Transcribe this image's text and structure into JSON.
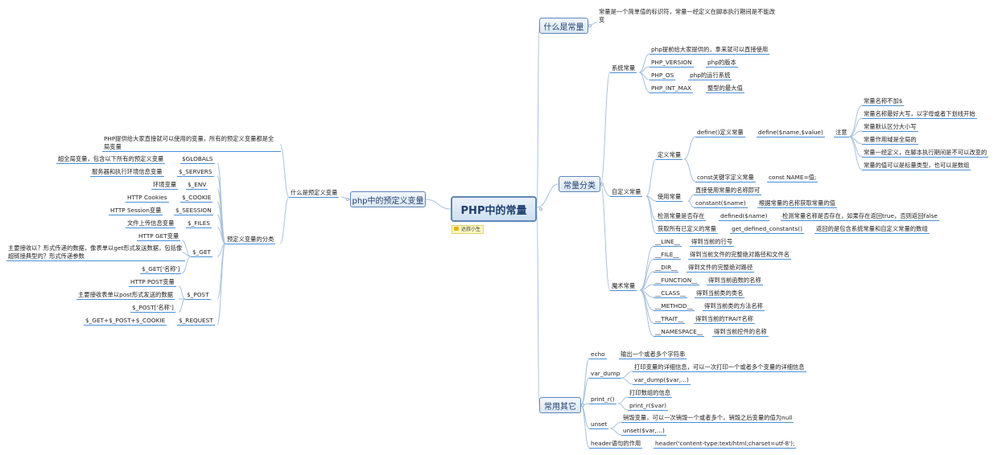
{
  "root": "PHP中的常量",
  "author_badge": "达叔小生",
  "branches": {
    "what": {
      "title": "什么是常量",
      "desc": "常量是一个简单值的标识符，常量一经定义在脚本执行期间是不能改变"
    },
    "categories": {
      "title": "常量分类",
      "system": {
        "label": "系统常量",
        "intro": "php提前给大家提供的，拿来就可以直接使用",
        "items": [
          {
            "name": "PHP_VERSION",
            "desc": "php的版本"
          },
          {
            "name": "PHP_OS",
            "desc": "php的运行系统"
          },
          {
            "name": "PHP_INT_MAX",
            "desc": "整型的最大值"
          }
        ]
      },
      "custom": {
        "label": "自定义常量",
        "define": {
          "label": "定义常量",
          "define_fn": "define()定义常量",
          "define_sig": "define($name,$value)",
          "note_label": "注意",
          "notes": [
            "常量名称不加$",
            "常量名称最好大写，以字母或者下划线开始",
            "常量默认区分大小写",
            "常量作用域是全局的",
            "常量一经定义，在脚本执行期间是不可以改变的",
            "常量的值可以是标量类型，也可以是数组"
          ],
          "const_kw": "const关键字定义常量",
          "const_example": "const NAME=值;"
        },
        "use": {
          "label": "使用常量",
          "direct": "直接使用常量的名称即可",
          "constant_fn": "constant($name)",
          "constant_desc": "根据常量的名称获取常量的值"
        },
        "check": {
          "label": "检测常量是否存在",
          "fn": "defined($name)",
          "desc": "检测常量名称是否存在，如果存在返回true，否则返回false"
        },
        "get_all": {
          "label": "获取所有已定义的常量",
          "fn": "get_defined_constants()",
          "desc": "返回的是包含系统常量和自定义常量的数组"
        }
      },
      "magic": {
        "label": "魔术常量",
        "items": [
          {
            "name": "__LINE__",
            "desc": "得到当前的行号"
          },
          {
            "name": "__FILE__",
            "desc": "得到当前文件的完整绝对路径和文件名"
          },
          {
            "name": "__DIR__",
            "desc": "得到文件的完整绝对路径"
          },
          {
            "name": "__FUNCTION__",
            "desc": "得到当前函数的名称"
          },
          {
            "name": "__CLASS__",
            "desc": "得到当前类的类名"
          },
          {
            "name": "__METHOD__",
            "desc": "得到当前类的方法名称"
          },
          {
            "name": "__TRAIT__",
            "desc": "得到当前的TRAIT名称"
          },
          {
            "name": "__NAMESPACE__",
            "desc": "得到当前控件的名称"
          }
        ]
      }
    },
    "others": {
      "title": "常用其它",
      "echo": {
        "label": "echo",
        "desc": "输出一个或者多个字符串"
      },
      "var_dump": {
        "label": "var_dump",
        "desc": "打印变量的详细信息，可以一次打印一个或者多个变量的详细信息",
        "syntax": "var_dump($var,...)"
      },
      "print_r": {
        "label": "print_r()",
        "desc": "打印数组的信息",
        "syntax": "print_r($var)"
      },
      "unset": {
        "label": "unset",
        "desc": "销毁变量，可以一次销毁一个或者多个，销毁之后变量的值为null",
        "syntax": "unset($var,...)"
      },
      "header": {
        "label": "header语句的作用",
        "value": "header('content-type:text/html;charset=utf-8');"
      }
    },
    "predefined": {
      "title": "php中的预定义变量",
      "what_label": "什么是预定义变量",
      "what_desc": "PHP提供给大家直接就可以使用的变量，所有的预定义变量都是全局变量",
      "classify_label": "预定义变量的分类",
      "vars": [
        {
          "name": "$GLOBALS",
          "desc": "超全局变量，包含以下所有的预定义变量"
        },
        {
          "name": "$_SERVERS",
          "desc": "服务器和执行环境信息变量"
        },
        {
          "name": "$_ENV",
          "desc": "环境变量"
        },
        {
          "name": "$_COOKIE",
          "desc": "HTTP Cookies"
        },
        {
          "name": "$_SEESSION",
          "desc": "HTTP Session变量"
        },
        {
          "name": "$_FILES",
          "desc": "文件上传信息变量"
        }
      ],
      "get": {
        "name": "$_GET",
        "items": [
          "HTTP GET变量",
          "主要接收以？形式传递的数据，像表单以get形式发送数据，包括像超链接典型的？形式传递参数",
          "$_GET['名称']"
        ]
      },
      "post": {
        "name": "$_POST",
        "items": [
          "HTTP POST变量",
          "主要接收表单以post形式发送的数据",
          "$_POST['名称']"
        ]
      },
      "request": {
        "name": "$_REQUEST",
        "desc": "$_GET+$_POST+$_COOKIE"
      }
    }
  }
}
